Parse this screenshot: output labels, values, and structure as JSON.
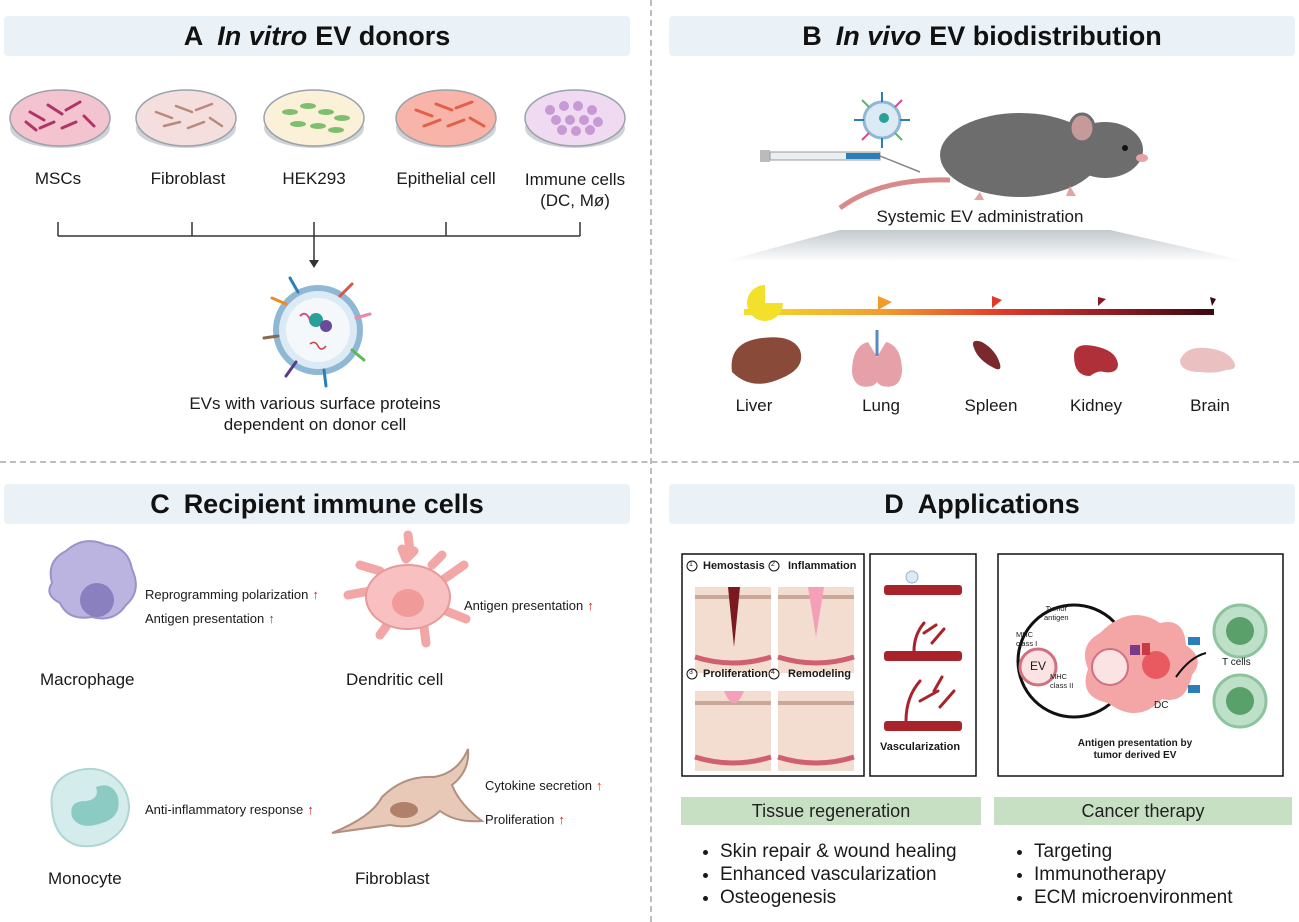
{
  "panels": {
    "a": {
      "letter": "A",
      "title_italic": "In vitro",
      "title_rest": "EV donors",
      "donors": [
        "MSCs",
        "Fibroblast",
        "HEK293",
        "Epithelial cell",
        "Immune cells\n(DC, Mø)"
      ],
      "caption_line1": "EVs with various surface proteins",
      "caption_line2": "dependent on donor cell"
    },
    "b": {
      "letter": "B",
      "title_italic": "In vivo",
      "title_rest": "EV biodistribution",
      "admin_label": "Systemic EV administration",
      "organs": [
        "Liver",
        "Lung",
        "Spleen",
        "Kidney",
        "Brain"
      ]
    },
    "c": {
      "letter": "C",
      "title": "Recipient immune cells",
      "cells": {
        "macrophage": {
          "name": "Macrophage",
          "effects": [
            "Reprogramming polarization",
            "Antigen presentation"
          ]
        },
        "dendritic": {
          "name": "Dendritic cell",
          "effects": [
            "Antigen presentation"
          ]
        },
        "monocyte": {
          "name": "Monocyte",
          "effects": [
            "Anti-inflammatory response"
          ]
        },
        "fibroblast": {
          "name": "Fibroblast",
          "effects": [
            "Cytokine secretion",
            "Proliferation"
          ]
        }
      },
      "arrow_glyph": "↑"
    },
    "d": {
      "letter": "D",
      "title": "Applications",
      "wound_stages": [
        {
          "num": "1",
          "label": "Hemostasis"
        },
        {
          "num": "2",
          "label": "Inflammation"
        },
        {
          "num": "3",
          "label": "Proliferation"
        },
        {
          "num": "4",
          "label": "Remodeling"
        }
      ],
      "vascular_label": "Vascularization",
      "cancer_labels": {
        "tumor_antigen": "Tumor\nantigen",
        "mhc1": "MHC\nclass I",
        "mhc2": "MHC\nclass II",
        "ev": "EV",
        "dc": "DC",
        "tcells": "T cells",
        "caption": "Antigen presentation by\ntumor derived EV"
      },
      "tissue": {
        "header": "Tissue regeneration",
        "items": [
          "Skin repair & wound healing",
          "Enhanced vascularization",
          "Osteogenesis"
        ]
      },
      "cancer": {
        "header": "Cancer therapy",
        "items": [
          "Targeting",
          "Immunotherapy",
          "ECM microenvironment"
        ]
      }
    }
  },
  "colors": {
    "header_bg": "#eaf1f7",
    "green_bar": "#c7dfc3",
    "arrow_red": "#e02020",
    "gradient": [
      "#f2e02a",
      "#f29a2e",
      "#e03a2a",
      "#8a1a22",
      "#3a0a10"
    ]
  }
}
